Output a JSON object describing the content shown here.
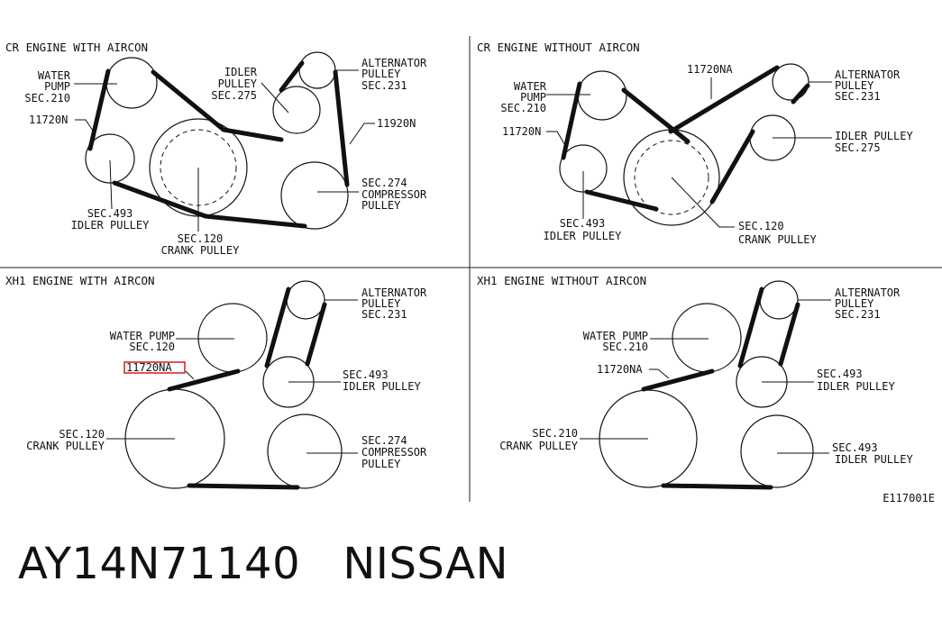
{
  "panels": {
    "cr_aircon": {
      "title": "CR ENGINE WITH AIRCON",
      "water_pump": [
        "WATER",
        "PUMP",
        "SEC.210"
      ],
      "belt_tag": "11720N",
      "idler_top": [
        "IDLER",
        "PULLEY",
        "SEC.275"
      ],
      "alternator": [
        "ALTERNATOR",
        "PULLEY",
        "SEC.231"
      ],
      "belt_tag_2": "11920N",
      "compressor": [
        "SEC.274",
        "COMPRESSOR",
        "PULLEY"
      ],
      "idler_bottom": [
        "SEC.493",
        "IDLER PULLEY"
      ],
      "crank": [
        "SEC.120",
        "CRANK PULLEY"
      ]
    },
    "cr_no_aircon": {
      "title": "CR ENGINE WITHOUT AIRCON",
      "belt_tag_top": "11720NA",
      "water_pump": [
        "WATER",
        "PUMP",
        "SEC.210"
      ],
      "belt_tag": "11720N",
      "alternator": [
        "ALTERNATOR",
        "PULLEY",
        "SEC.231"
      ],
      "idler_right": [
        "IDLER PULLEY",
        "SEC.275"
      ],
      "idler_bottom": [
        "SEC.493",
        "IDLER PULLEY"
      ],
      "crank": [
        "SEC.120",
        "CRANK PULLEY"
      ]
    },
    "xh1_aircon": {
      "title": "XH1 ENGINE WITH AIRCON",
      "water_pump": [
        "WATER PUMP",
        "SEC.120"
      ],
      "belt_tag": "11720NA",
      "alternator": [
        "ALTERNATOR",
        "PULLEY",
        "SEC.231"
      ],
      "idler": [
        "SEC.493",
        "IDLER PULLEY"
      ],
      "crank": [
        "SEC.120",
        "CRANK PULLEY"
      ],
      "compressor": [
        "SEC.274",
        "COMPRESSOR",
        "PULLEY"
      ]
    },
    "xh1_no_aircon": {
      "title": "XH1 ENGINE WITHOUT AIRCON",
      "water_pump": [
        "WATER PUMP",
        "SEC.210"
      ],
      "belt_tag": "11720NA",
      "alternator": [
        "ALTERNATOR",
        "PULLEY",
        "SEC.231"
      ],
      "idler": [
        "SEC.493",
        "IDLER PULLEY"
      ],
      "crank": [
        "SEC.210",
        "CRANK PULLEY"
      ],
      "idler_bottom": [
        "SEC.493",
        "IDLER PULLEY"
      ]
    }
  },
  "figure_id": "E117001E",
  "caption": "AY14N71140   NISSAN"
}
